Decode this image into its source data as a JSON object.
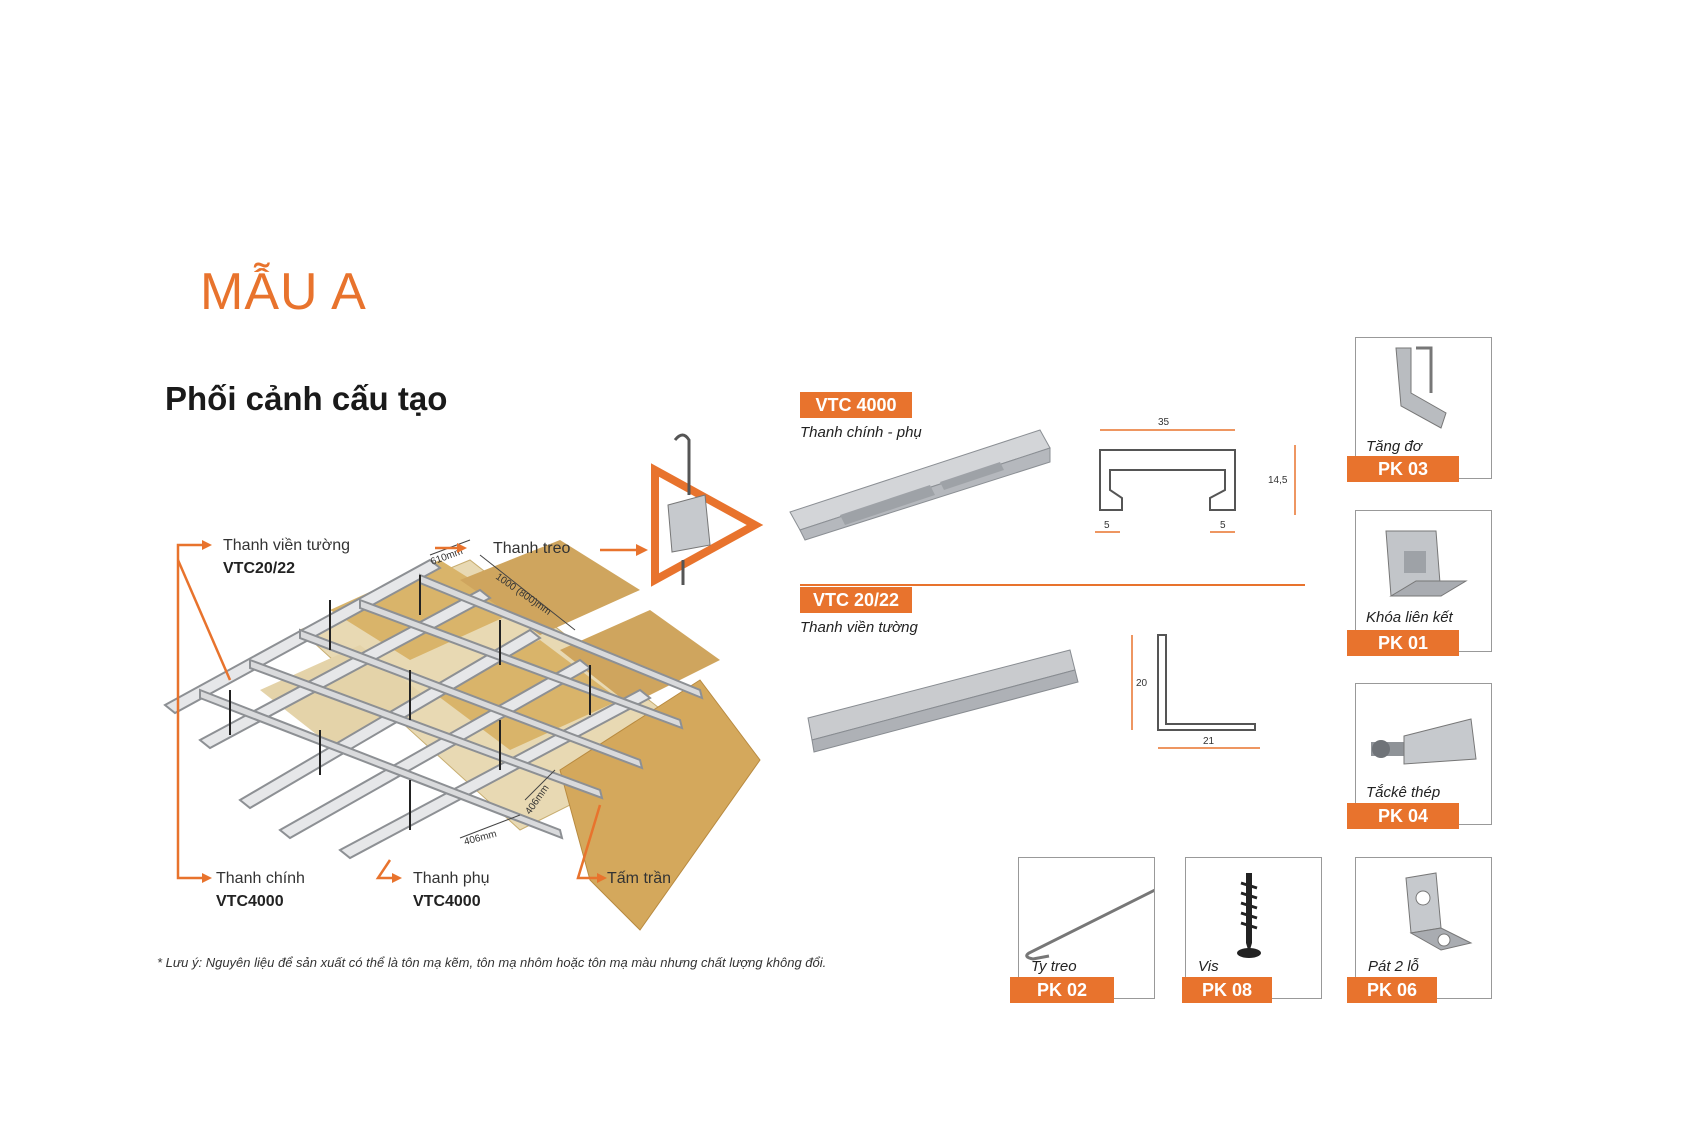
{
  "header": {
    "mau": "MẪU A",
    "title": "Phối cảnh cấu tạo"
  },
  "diagram_labels": {
    "wall_edge": "Thanh viền tường",
    "wall_edge_code": "VTC20/22",
    "hanger": "Thanh treo",
    "main_bar": "Thanh chính",
    "main_bar_code": "VTC4000",
    "sub_bar": "Thanh phụ",
    "sub_bar_code": "VTC4000",
    "panel": "Tấm trần",
    "dim_610": "610mm",
    "dim_1000": "1000 (800)mm",
    "dim_406a": "406mm",
    "dim_406b": "406mm"
  },
  "profiles": {
    "vtc4000": {
      "tag": "VTC 4000",
      "desc": "Thanh chính - phụ",
      "w": "35",
      "h": "14,5",
      "l": "5",
      "r": "5"
    },
    "vtc2022": {
      "tag": "VTC 20/22",
      "desc": "Thanh viền tường",
      "h": "20",
      "w": "21"
    }
  },
  "accessories": [
    {
      "name": "Tăng đơ",
      "code": "PK 03",
      "icon": "turnbuckle-icon"
    },
    {
      "name": "Khóa liên kết",
      "code": "PK 01",
      "icon": "connector-clip-icon"
    },
    {
      "name": "Tắckê thép",
      "code": "PK 04",
      "icon": "anchor-bolt-icon"
    },
    {
      "name": "Ty treo",
      "code": "PK 02",
      "icon": "hanger-rod-icon"
    },
    {
      "name": "Vis",
      "code": "PK 08",
      "icon": "screw-icon"
    },
    {
      "name": "Pát 2 lỗ",
      "code": "PK 06",
      "icon": "angle-bracket-icon"
    }
  ],
  "note": "* Lưu ý: Nguyên liệu để sản xuất có thể là tôn mạ kẽm, tôn mạ nhôm hoặc tôn mạ màu nhưng chất lượng không đổi.",
  "colors": {
    "accent": "#e8732d",
    "panel": "#d9b46a",
    "metal": "#b9bcc0"
  }
}
